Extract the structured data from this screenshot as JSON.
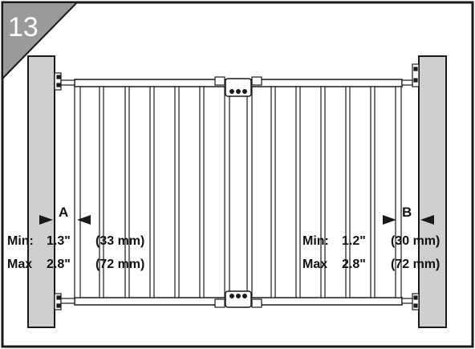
{
  "step": {
    "number": "13"
  },
  "gap_a": {
    "letter": "A",
    "min_label": "Min:",
    "min_value": "1.3\"",
    "min_mm": "(33 mm)",
    "max_label": "Max",
    "max_value": "2.8\"",
    "max_mm": "(72 mm)"
  },
  "gap_b": {
    "letter": "B",
    "min_label": "Min:",
    "min_value": "1.2\"",
    "min_mm": "(30 mm)",
    "max_label": "Max",
    "max_value": "2.8\"",
    "max_mm": "(72 mm)"
  },
  "colors": {
    "frame": "#1a1a1a",
    "wall": "#cfcfcf",
    "badge": "#9a9a9a",
    "gate": "#ffffff"
  }
}
